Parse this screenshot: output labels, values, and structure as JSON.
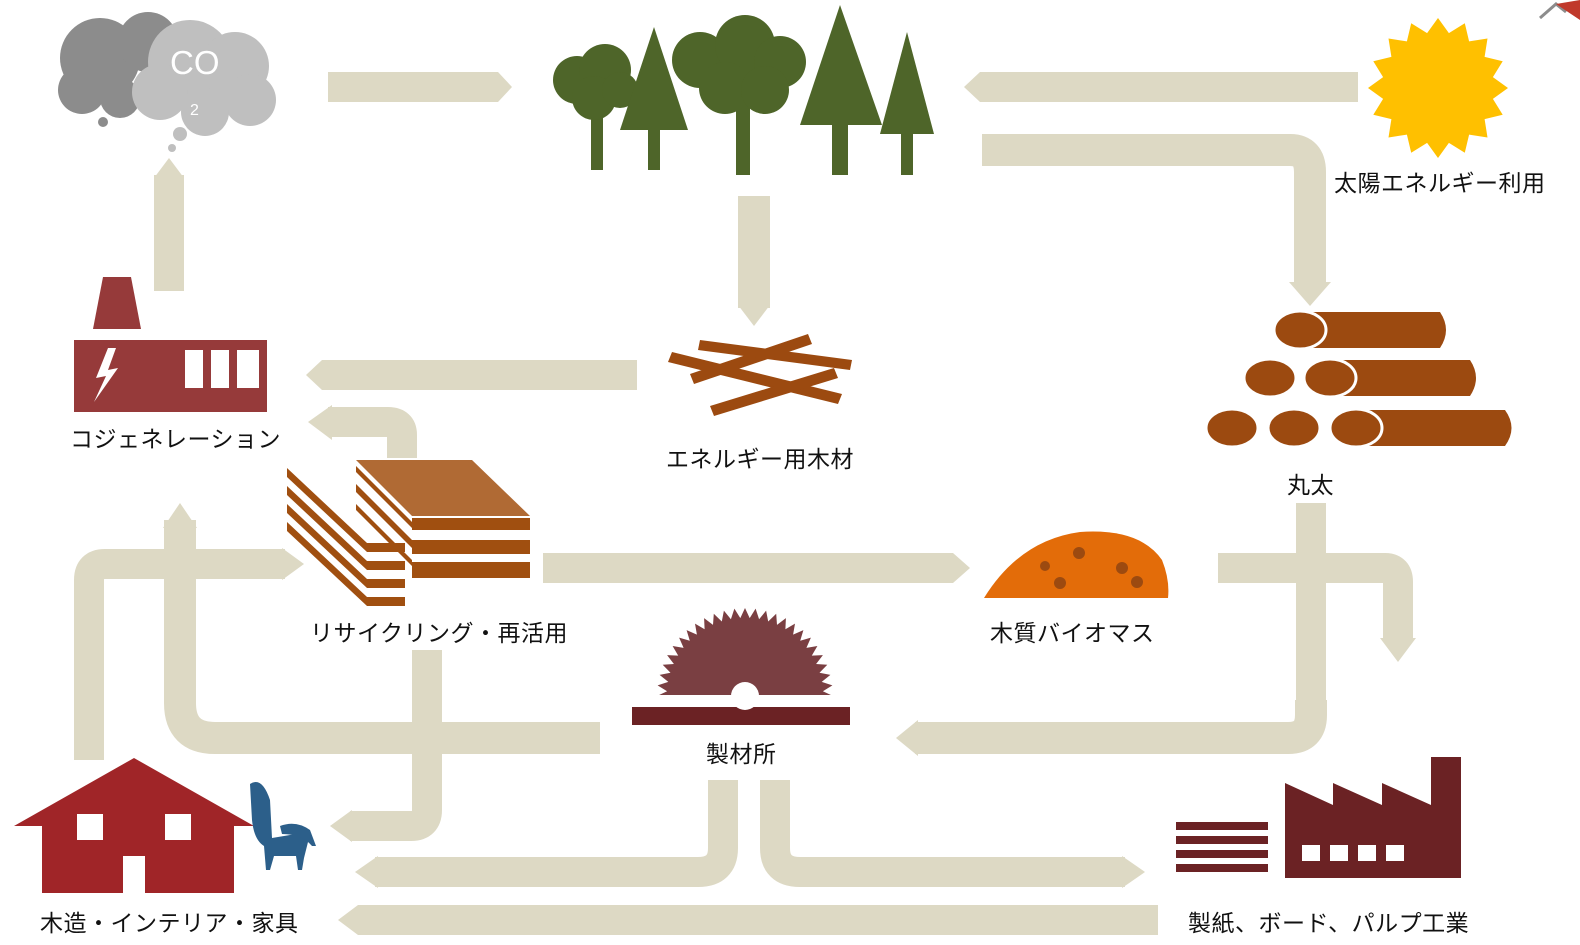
{
  "labels": {
    "co2_main": "CO",
    "co2_sub": "2",
    "solar": "太陽エネルギー利用",
    "logs": "丸太",
    "energy_wood": "エネルギー用木材",
    "cogeneration": "コジェネレーション",
    "recycling": "リサイクリング・再活用",
    "biomass": "木質バイオマス",
    "sawmill": "製材所",
    "housing": "木造・インテリア・家具",
    "paper": "製紙、ボード、パルプ工業"
  },
  "colors": {
    "arrow": "#ddd9c4",
    "forest": "#4e6529",
    "sun": "#ffc000",
    "log": "#9c4a10",
    "factory_red": "#963a3a",
    "house_red": "#a02528",
    "plank": "#a04f10",
    "plank_top": "#b06a34",
    "biomass": "#e36c09",
    "saw": "#7a3f42",
    "industry": "#6b2224",
    "chair": "#2c5f8a",
    "cloud_dark": "#8c8c8c",
    "cloud_light": "#bfbfbf"
  },
  "icons": [
    "co2-cloud-icon",
    "forest-icon",
    "sun-icon",
    "logs-icon",
    "firewood-icon",
    "power-plant-icon",
    "planks-icon",
    "biomass-pile-icon",
    "saw-blade-icon",
    "house-icon",
    "chair-icon",
    "pulp-factory-icon"
  ]
}
